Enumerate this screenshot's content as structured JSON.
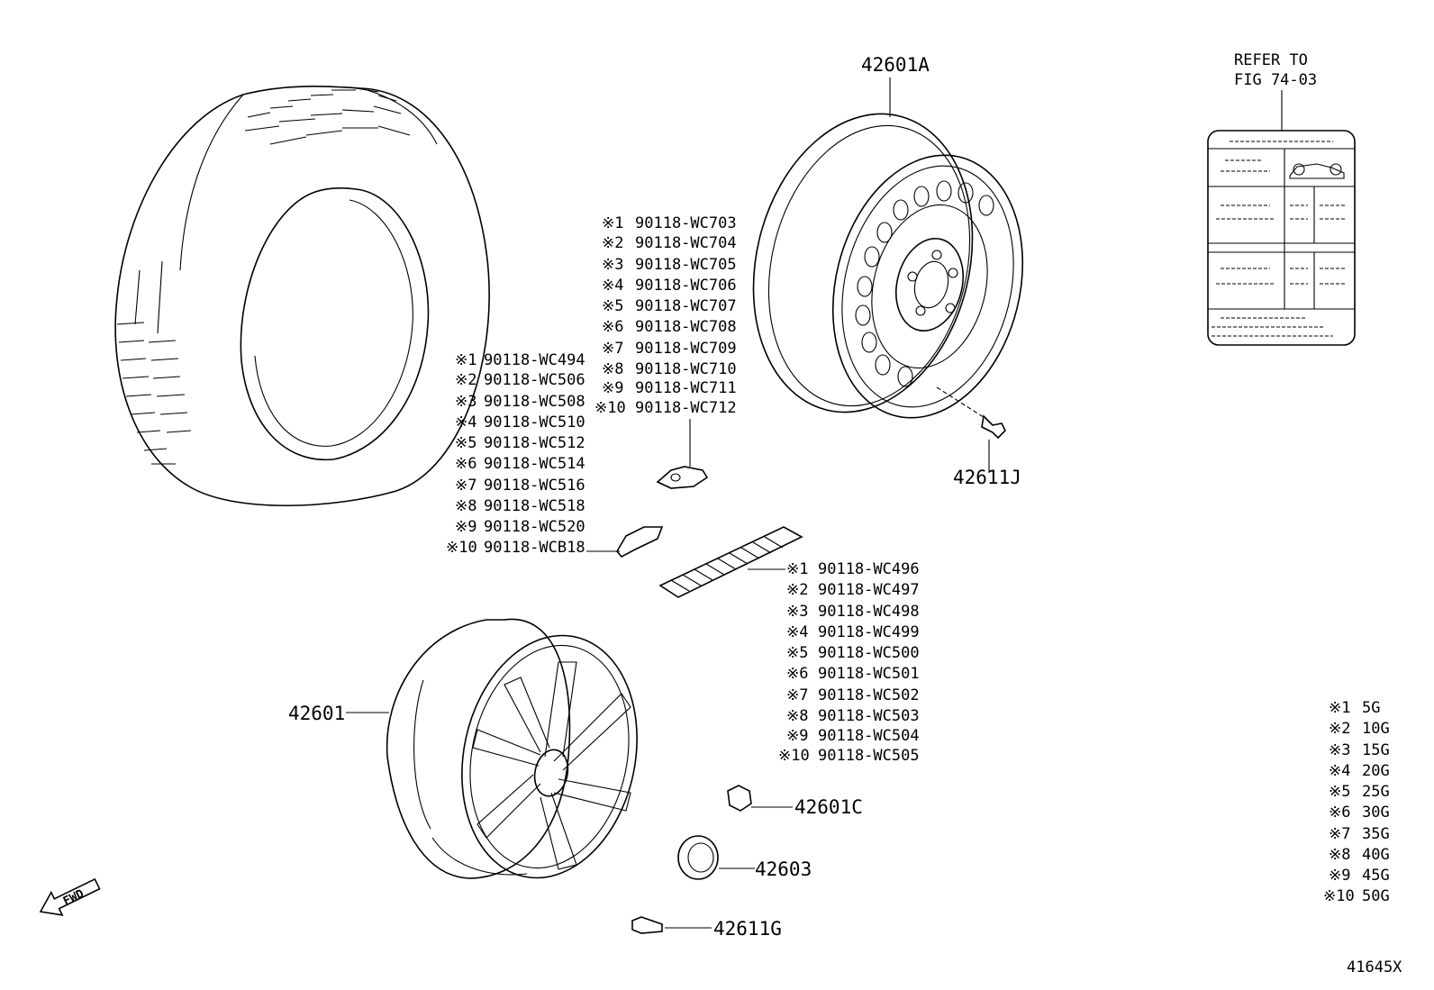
{
  "callouts": {
    "steel_wheel": "42601A",
    "valve_steel": "42611J",
    "alloy_wheel": "42601",
    "lug_nut": "42601C",
    "center_cap": "42603",
    "valve_alloy": "42611G",
    "diagram_id": "41645X",
    "fwd": "FWD"
  },
  "refer": {
    "line1": "REFER TO",
    "line2": "FIG 74-03"
  },
  "group_a": [
    {
      "mark": "※1",
      "part": "90118-WC703"
    },
    {
      "mark": "※2",
      "part": "90118-WC704"
    },
    {
      "mark": "※3",
      "part": "90118-WC705"
    },
    {
      "mark": "※4",
      "part": "90118-WC706"
    },
    {
      "mark": "※5",
      "part": "90118-WC707"
    },
    {
      "mark": "※6",
      "part": "90118-WC708"
    },
    {
      "mark": "※7",
      "part": "90118-WC709"
    },
    {
      "mark": "※8",
      "part": "90118-WC710"
    },
    {
      "mark": "※9",
      "part": "90118-WC711"
    },
    {
      "mark": "※10",
      "part": "90118-WC712"
    }
  ],
  "group_b": [
    {
      "mark": "※1",
      "part": "90118-WC494"
    },
    {
      "mark": "※2",
      "part": "90118-WC506"
    },
    {
      "mark": "※3",
      "part": "90118-WC508"
    },
    {
      "mark": "※4",
      "part": "90118-WC510"
    },
    {
      "mark": "※5",
      "part": "90118-WC512"
    },
    {
      "mark": "※6",
      "part": "90118-WC514"
    },
    {
      "mark": "※7",
      "part": "90118-WC516"
    },
    {
      "mark": "※8",
      "part": "90118-WC518"
    },
    {
      "mark": "※9",
      "part": "90118-WC520"
    },
    {
      "mark": "※10",
      "part": "90118-WCB18"
    }
  ],
  "group_c": [
    {
      "mark": "※1",
      "part": "90118-WC496"
    },
    {
      "mark": "※2",
      "part": "90118-WC497"
    },
    {
      "mark": "※3",
      "part": "90118-WC498"
    },
    {
      "mark": "※4",
      "part": "90118-WC499"
    },
    {
      "mark": "※5",
      "part": "90118-WC500"
    },
    {
      "mark": "※6",
      "part": "90118-WC501"
    },
    {
      "mark": "※7",
      "part": "90118-WC502"
    },
    {
      "mark": "※8",
      "part": "90118-WC503"
    },
    {
      "mark": "※9",
      "part": "90118-WC504"
    },
    {
      "mark": "※10",
      "part": "90118-WC505"
    }
  ],
  "weights": [
    {
      "mark": "※1",
      "value": "5G"
    },
    {
      "mark": "※2",
      "value": "10G"
    },
    {
      "mark": "※3",
      "value": "15G"
    },
    {
      "mark": "※4",
      "value": "20G"
    },
    {
      "mark": "※5",
      "value": "25G"
    },
    {
      "mark": "※6",
      "value": "30G"
    },
    {
      "mark": "※7",
      "value": "35G"
    },
    {
      "mark": "※8",
      "value": "40G"
    },
    {
      "mark": "※9",
      "value": "45G"
    },
    {
      "mark": "※10",
      "value": "50G"
    }
  ]
}
